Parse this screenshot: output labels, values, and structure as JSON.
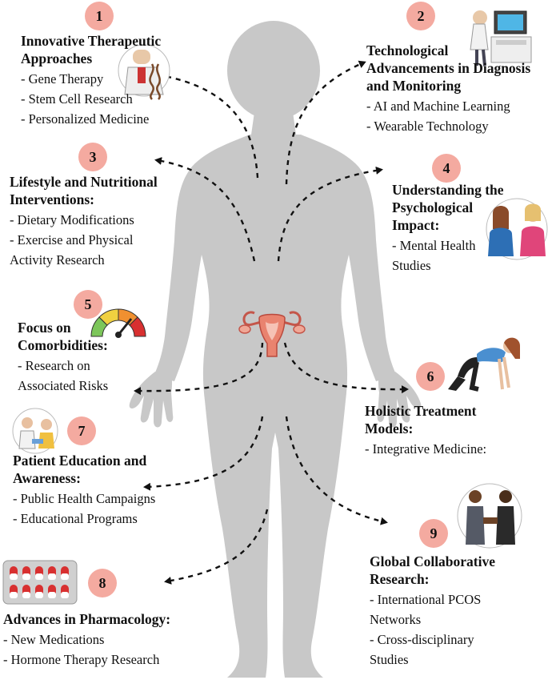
{
  "sections": [
    {
      "num": "1",
      "title": [
        "Innovative Therapeutic",
        "Approaches"
      ],
      "items": [
        "- Gene Therapy",
        "- Stem Cell Research",
        "- Personalized Medicine"
      ]
    },
    {
      "num": "2",
      "title": [
        "Technological",
        "Advancements in Diagnosis",
        "and Monitoring"
      ],
      "items": [
        "- AI and Machine Learning",
        "- Wearable Technology"
      ]
    },
    {
      "num": "3",
      "title": [
        "Lifestyle and Nutritional",
        "Interventions:"
      ],
      "items": [
        "- Dietary Modifications",
        "- Exercise and Physical",
        "Activity Research"
      ]
    },
    {
      "num": "4",
      "title": [
        "Understanding the",
        "Psychological",
        "Impact:"
      ],
      "items": [
        "- Mental Health",
        "Studies"
      ]
    },
    {
      "num": "5",
      "title": [
        "Focus on",
        "Comorbidities:"
      ],
      "items": [
        "- Research on",
        "Associated Risks"
      ]
    },
    {
      "num": "6",
      "title": [
        "Holistic Treatment",
        "Models:"
      ],
      "items": [
        "- Integrative Medicine:"
      ]
    },
    {
      "num": "7",
      "title": [
        "Patient Education and",
        "Awareness:"
      ],
      "items": [
        "- Public Health Campaigns",
        "- Educational Programs"
      ]
    },
    {
      "num": "8",
      "title": [
        "Advances in Pharmacology:"
      ],
      "items": [
        "- New Medications",
        "- Hormone Therapy Research"
      ]
    },
    {
      "num": "9",
      "title": [
        "Global Collaborative",
        "Research:"
      ],
      "items": [
        "- International PCOS",
        "Networks",
        "- Cross-disciplinary",
        "Studies"
      ]
    }
  ],
  "icons": {
    "s1": "scientist-dna-icon",
    "s2": "technician-computer-icon",
    "s4": "two-women-talking-icon",
    "s5": "risk-gauge-icon",
    "s6": "woman-exercising-icon",
    "s7": "doctor-patient-icon",
    "s8": "pill-blister-icon",
    "s9": "handshake-icon",
    "center": "uterus-icon"
  },
  "colors": {
    "badge": "#f4aaa0",
    "silhouette": "#c8c8c8",
    "uterus": "#e9836f"
  }
}
